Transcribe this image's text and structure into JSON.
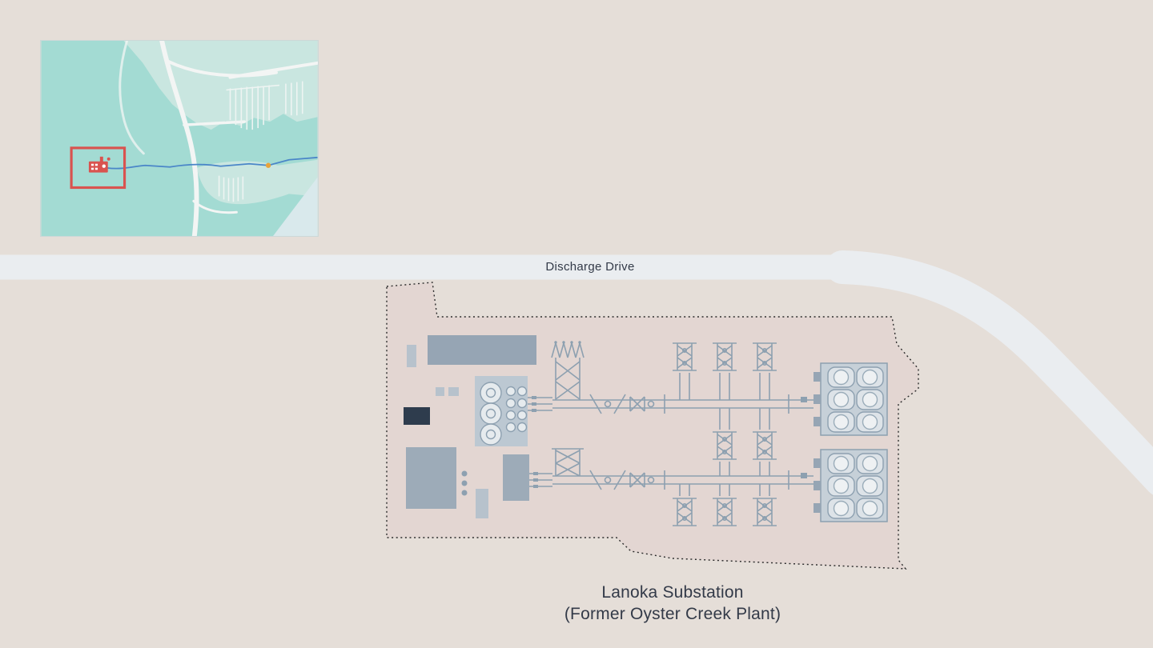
{
  "page": {
    "background_color": "#e5ded8"
  },
  "road": {
    "label": "Discharge Drive",
    "color": "#eaedf0"
  },
  "site": {
    "title": "Lanoka Substation",
    "subtitle": "(Former Oyster Creek Plant)",
    "fill_color": "#e3d6d2",
    "boundary_style": "dotted",
    "equipment_color": "#8da0b0"
  },
  "inset_map": {
    "water_color": "#a3dbd3",
    "land_color": "#c9e6e0",
    "ocean_color": "#d9e9ec",
    "road_color": "#f3f5f4",
    "transmission_line_color": "#4a86c8",
    "highlight_box_color": "#d9534f",
    "marker_color": "#e7a33b",
    "plant_marker_icon": "factory-icon"
  },
  "text_color": "#333a48"
}
